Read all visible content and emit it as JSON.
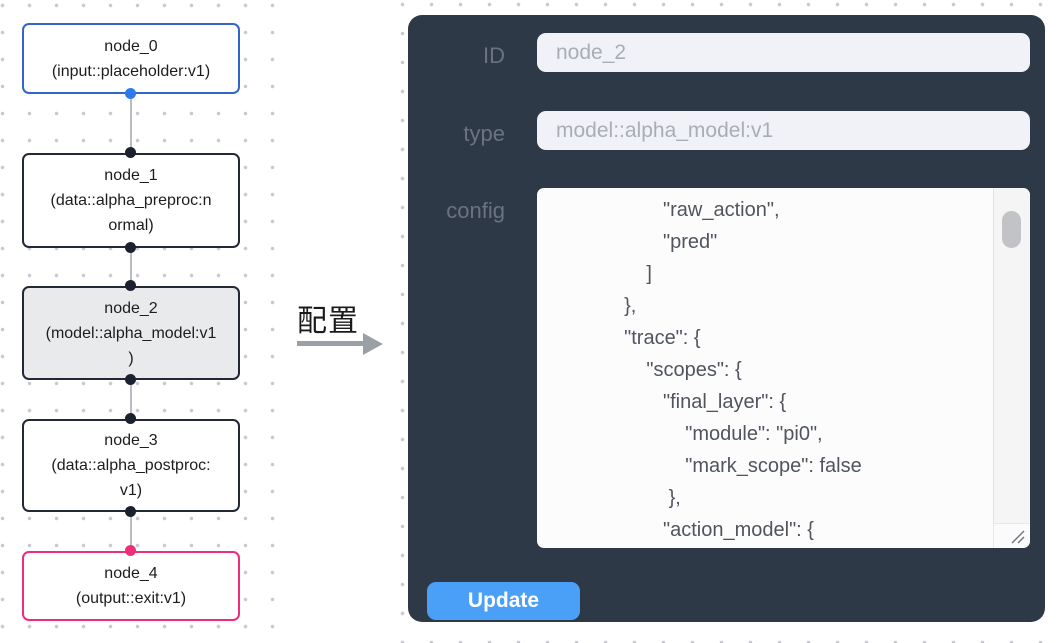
{
  "canvas": {
    "nodes": [
      {
        "name": "node_0",
        "role": "input",
        "text": "node_0\n(input::placeholder:v1)",
        "border_color": "#3465c8",
        "handle_color": "#2b7bed"
      },
      {
        "name": "node_1",
        "role": "data",
        "text": "node_1\n(data::alpha_preproc:n\normal)",
        "border_color": "#232836",
        "handle_color": "#1c2130"
      },
      {
        "name": "node_2",
        "role": "model",
        "text": "node_2\n(model::alpha_model:v1\n)",
        "border_color": "#232836",
        "handle_color": "#1c2130",
        "selected": true,
        "selected_bg": "#e9eaec"
      },
      {
        "name": "node_3",
        "role": "data",
        "text": "node_3\n(data::alpha_postproc:\nv1)",
        "border_color": "#232836",
        "handle_color": "#1c2130"
      },
      {
        "name": "node_4",
        "role": "output",
        "text": "node_4\n(output::exit:v1)",
        "border_color": "#ee2d7c",
        "handle_color": "#ee2d7c"
      }
    ]
  },
  "annotation": {
    "label": "配置",
    "arrow_color": "#9aa0a6"
  },
  "panel": {
    "bg_color": "#2e3947",
    "id_field": {
      "label": "ID",
      "value": "node_2"
    },
    "type_field": {
      "label": "type",
      "value": "model::alpha_model:v1"
    },
    "config_field": {
      "label": "config",
      "value": "                  \"raw_action\",\n                  \"pred\"\n               ]\n           },\n           \"trace\": {\n               \"scopes\": {\n                  \"final_layer\": {\n                      \"module\": \"pi0\",\n                      \"mark_scope\": false\n                   },\n                  \"action_model\": {"
    },
    "update_button": {
      "label": "Update",
      "color": "#4a9ff7"
    }
  }
}
